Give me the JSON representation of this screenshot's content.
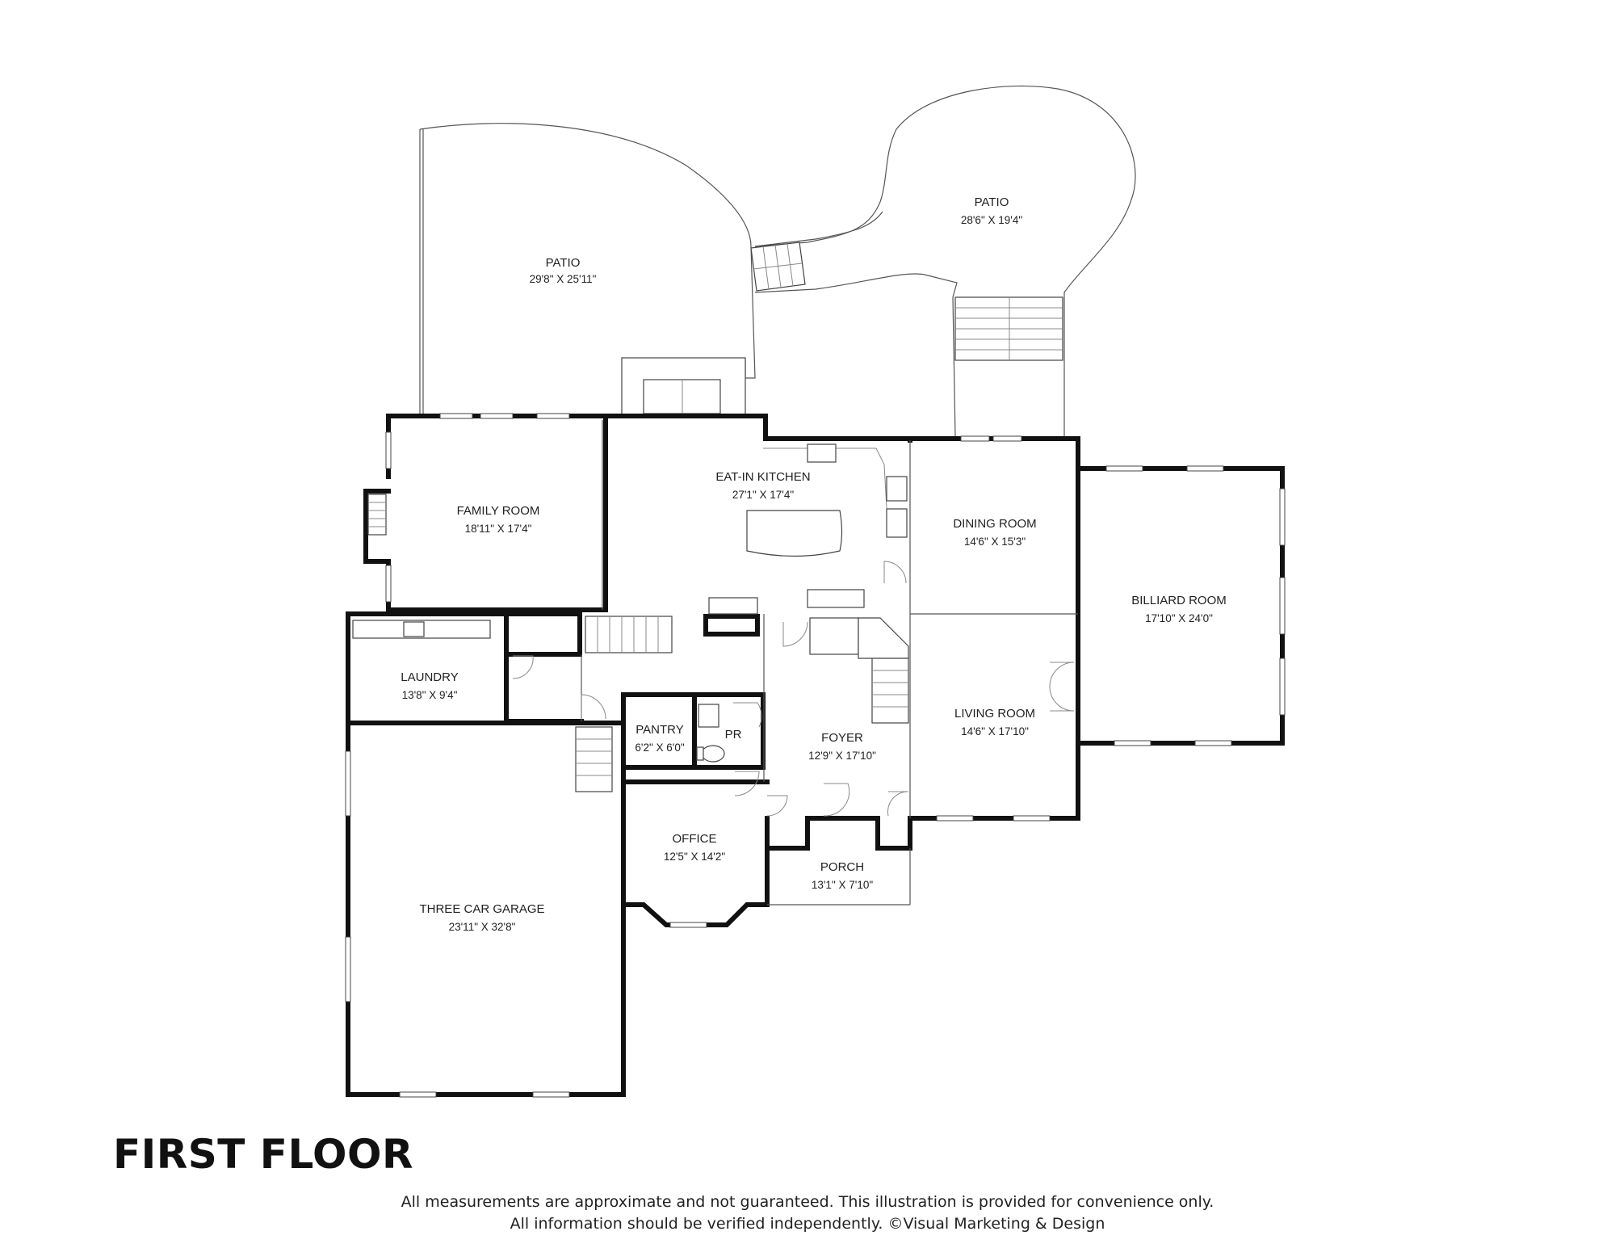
{
  "title": "FIRST FLOOR",
  "disclaimer": {
    "line1": "All measurements are approximate and not guaranteed. This illustration is provided for convenience only.",
    "line2": "All information should be verified independently. ©Visual Marketing & Design"
  },
  "rooms": {
    "patio_left": {
      "name": "PATIO",
      "dims": "29'8\" X 25'11\""
    },
    "patio_right": {
      "name": "PATIO",
      "dims": "28'6\" X 19'4\""
    },
    "family_room": {
      "name": "FAMILY ROOM",
      "dims": "18'11\" X 17'4\""
    },
    "kitchen": {
      "name": "EAT-IN KITCHEN",
      "dims": "27'1\" X 17'4\""
    },
    "dining_room": {
      "name": "DINING ROOM",
      "dims": "14'6\" X 15'3\""
    },
    "billiard_room": {
      "name": "BILLIARD ROOM",
      "dims": "17'10\" X 24'0\""
    },
    "laundry": {
      "name": "LAUNDRY",
      "dims": "13'8\" X 9'4\""
    },
    "pantry": {
      "name": "PANTRY",
      "dims": "6'2\" X 6'0\""
    },
    "powder_room": {
      "name": "PR"
    },
    "foyer": {
      "name": "FOYER",
      "dims": "12'9\" X 17'10\""
    },
    "living_room": {
      "name": "LIVING ROOM",
      "dims": "14'6\" X 17'10\""
    },
    "office": {
      "name": "OFFICE",
      "dims": "12'5\" X 14'2\""
    },
    "porch": {
      "name": "PORCH",
      "dims": "13'1\" X 7'10\""
    },
    "garage": {
      "name": "THREE CAR GARAGE",
      "dims": "23'11\" X 32'8\""
    }
  }
}
